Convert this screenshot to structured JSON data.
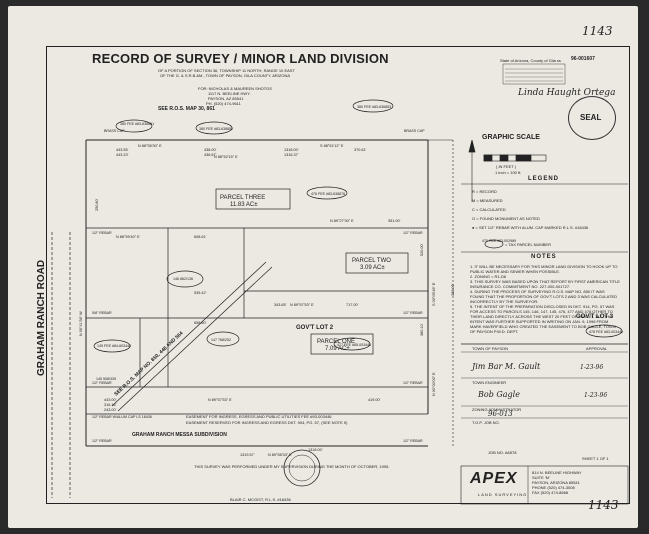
{
  "sheet_numbers": {
    "top_right": "1143",
    "bottom_right": "1143"
  },
  "title": {
    "main": "RECORD OF SURVEY / MINOR LAND DIVISION",
    "line1": "OF A PORTION OF SECTION 36, TOWNSHIP 11 NORTH, RANGE 10 EAST",
    "line2": "OF THE G. & S.R.B.&M., TOWN OF PAYSON, GILA COUNTY, ARIZONA"
  },
  "client": {
    "line1": "FOR: NICHOLAS & MAUREEN SHOTOS",
    "line2": "1117 N. BEELINE HWY.",
    "line3": "PAYSON, AZ 85541",
    "line4": "PH. (520) 474-9611"
  },
  "recorder": {
    "line1": "State of Arizona, County of Gila ss",
    "stamp_no": "96-001607",
    "signature": "Linda Haught Ortega",
    "seal_text": "SEAL"
  },
  "graphic_scale": {
    "title": "GRAPHIC SCALE",
    "units": "( IN FEET )",
    "ratio": "1 inch = 100 ft."
  },
  "legend": {
    "title": "LEGEND",
    "items": [
      "R = RECORD",
      "M = MEASURED",
      "C = CALCULATED",
      "O = FOUND MONUMENT AS NOTED",
      "● = SET 1/2\" REBAR WITH ALUM. CAP MARKED R.L.S. #18436",
      "= TAX PARCEL NUMBER"
    ]
  },
  "notes": {
    "title": "NOTES",
    "items": [
      "1. IT WILL BE NECESSARY FOR THIS MINOR LAND DIVISION TO HOOK UP TO PUBLIC WATER AND SEWER WHEN POSSIBLE.",
      "2. ZONING = R1-D6",
      "3. THIS SURVEY WAS BASED UPON THAT REPORT BY FIRST AMERICAN TITLE INSURANCE CO. COMMITMENT NO. 227-000-001727.",
      "4. DURING THE PROCESS OF SURVEYING R.O.S. MAP NO. 850 IT WAS FOUND THAT THE PROPORTION OF GOV'T LOTS 2 AND 3 WAS CALCULATED INCORRECTLY BY THE SURVEYOR.",
      "5. THE INTENT OF THE PREPARATION DISCLOSED IN DKT. 914, PG. 57 WAS FOR ACCESS TO PARCELS 145, 146, 147, 145, 476, 477 AND 478 OTHER TO THEIR LAND DIRECTLY ACROSS THE WEST 20 FEET OF PARCEL 147. THIS INTENT WAS FURTHER SUPPORTED IN WRITING ON JAN. 9, 1996 FROM MARK HAVERFIELD WHO CREATED THE EASEMENT TO BOB GAGLE, TOWN OF PAYSON P.W.D. DEPT."
    ]
  },
  "approval": {
    "header_left": "TOWN OF PAYSON",
    "header_right": "APPROVAL",
    "sig1": "Jim Bar M. Gault",
    "date1": "1-23-96",
    "role1": "TOWN ENGINEER",
    "sig2": "Bob Gagle",
    "date2": "1-23-96",
    "role2": "ZONING ADMINISTRATOR",
    "tdp_value": "96-013",
    "tdp_label": "T.O.P. JOB NO."
  },
  "surveyor": {
    "statement": "THIS SURVEY WAS PERFORMED UNDER MY SUPERVISION DURING THE MONTH OF OCTOBER, 1995.",
    "name": "BLAIR C. MCGIST, R.L.S. #18436",
    "job_no": "JOB NO. A6578",
    "sheet": "SHEET 1 OF 1",
    "company": "APEX",
    "company_sub": "LAND SURVEYING",
    "company_addr1": "814 N. BEELINE HIGHWAY",
    "company_addr2": "SUITE 'M'",
    "company_addr3": "PAYSON, ARIZONA 85541",
    "company_addr4": "PHONE (520) 474-3008",
    "company_addr5": "FAX (520) 474-8668"
  },
  "map": {
    "parcels": [
      {
        "name": "PARCEL THREE",
        "area": "11.83 AC±"
      },
      {
        "name": "PARCEL TWO",
        "area": "3.09 AC±"
      },
      {
        "name": "PARCEL ONE",
        "area": "7.09 AC±"
      }
    ],
    "road": "GRAHAM RANCH ROAD",
    "subdivision": "GRAHAM RANCH MESSA SUBDIVISION",
    "lot2": "GOV'T LOT 2",
    "lot3": "GOV'T LOT 3",
    "map_ref_top": "SEE R.O.S. MAP 30, 861",
    "map_ref_diag": "SEE R.O.S. MAP NO. 850, 448 AND 564",
    "tax_parcels": [
      "380 FEE #83-636851",
      "380 FEE #83-638852",
      "380 FEE #83-636853",
      "476 FEE #83-638876",
      "146 862/136",
      "145 FEE #84-603444",
      "145 508/339",
      "147 768/252",
      "477 FEE #85-003446",
      "478 FEE #83-003449",
      "470 FEE #83-002989"
    ],
    "bearings": [
      "N 88°52'15\" E",
      "N 88°55'30\" E",
      "S 88°51'12\" E",
      "N 88°59'40\" E",
      "N 89°27'30\" E",
      "N 89°57'53\" E",
      "N 89°57'53\" E",
      "N 89°58'33\" E",
      "N 00°41'56\" W",
      "S 00°05'46\" E",
      "N 00°00'00\" E"
    ],
    "distances": [
      "443.55'",
      "443.23'",
      "438.00'",
      "436.67'",
      "1318.00'",
      "1316.37'",
      "370.61'",
      "351.00'",
      "608.61'",
      "535.42'",
      "343.65'",
      "717.00'",
      "658.60'",
      "1319.57'",
      "1318.00'",
      "419.00'",
      "443.00'",
      "316.16'",
      "243.00'",
      "250.80'",
      "520.00'",
      "380.10'",
      "328.00'"
    ],
    "easement_note1": "EASEMENT FOR INGRESS, EGRESS AND PUBLIC UTILITIES  FEE #93-003446",
    "easement_note2": "EASEMENT RESERVED FOR INGRESS AND EGRESS DKT. 904, PG. 57, (SEE NOTE 5)",
    "corner_note": "1/2\" REBAR W/ALUM CAP LS 18436",
    "monument_notes": [
      "BRASS CAP",
      "BRASS CAP",
      "1/2\" REBAR",
      "1/2\" REBAR",
      "5/8\" REBAR",
      "1/2\" REBAR",
      "1/2\" REBAR",
      "1/2\" REBAR",
      "1/2\" REBAR",
      "1/2\" REBAR"
    ]
  }
}
